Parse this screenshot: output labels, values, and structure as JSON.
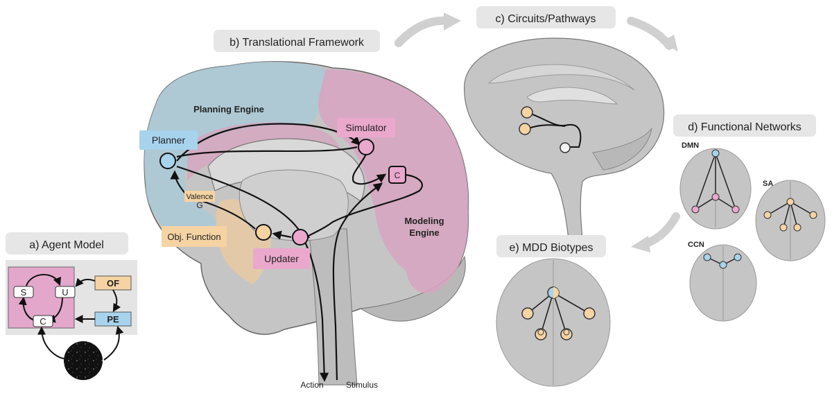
{
  "panels": {
    "a": "a) Agent Model",
    "b": "b) Translational Framework",
    "c": "c) Circuits/Pathways",
    "d": "d) Functional Networks",
    "e": "e) MDD Biotypes"
  },
  "agent_model": {
    "s": "S",
    "u": "U",
    "c": "C",
    "of": "OF",
    "pe": "PE"
  },
  "framework": {
    "planning_engine": "Planning Engine",
    "planner": "Planner",
    "simulator": "Simulator",
    "c_node": "C",
    "valence": "Valence",
    "g": "G",
    "obj_function": "Obj. Function",
    "updater": "Updater",
    "modeling_engine_1": "Modeling",
    "modeling_engine_2": "Engine",
    "action": "Action",
    "stimulus": "Stimulus"
  },
  "networks": {
    "dmn": "DMN",
    "sa": "SA",
    "ccn": "CCN"
  },
  "colors": {
    "blue": "#a7d3ec",
    "pink": "#e7a4cb",
    "orange": "#f5d3a3",
    "brain_gray": "#c8c8c8",
    "pill_gray": "#e6e6e6"
  }
}
